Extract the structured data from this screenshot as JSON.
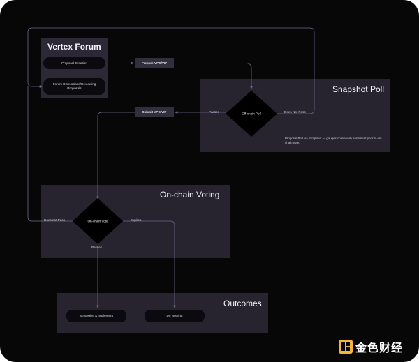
{
  "forum": {
    "title": "Vertex Forum",
    "proposal_creation": "Proposal Creation",
    "discussions": "Forum Discussions/Reviewing Proposals"
  },
  "actions": {
    "prepare": "Prepare VPC/VIP",
    "submit": "Submit VPC/VIP"
  },
  "snapshot": {
    "title": "Snapshot Poll",
    "decision": "Off-chain Poll",
    "passes": "Passes",
    "does_not_pass": "Does Not Pass",
    "description": "Proposal Poll via Snapshot — gauges community sentiment prior to on-chain vote."
  },
  "onchain": {
    "title": "On-chain Voting",
    "decision": "On-chain Vote",
    "does_not_pass": "Does not Pass",
    "expires": "Expires",
    "passes": "Passes"
  },
  "outcomes": {
    "title": "Outcomes",
    "strategize": "Strategize & Implement",
    "do_nothing": "Do Nothing"
  },
  "watermark": {
    "text": "金色财经"
  },
  "colors": {
    "background": "#070708",
    "panel": "#27232f",
    "line": "#6e6a88",
    "watermark": "#f5b43c"
  }
}
